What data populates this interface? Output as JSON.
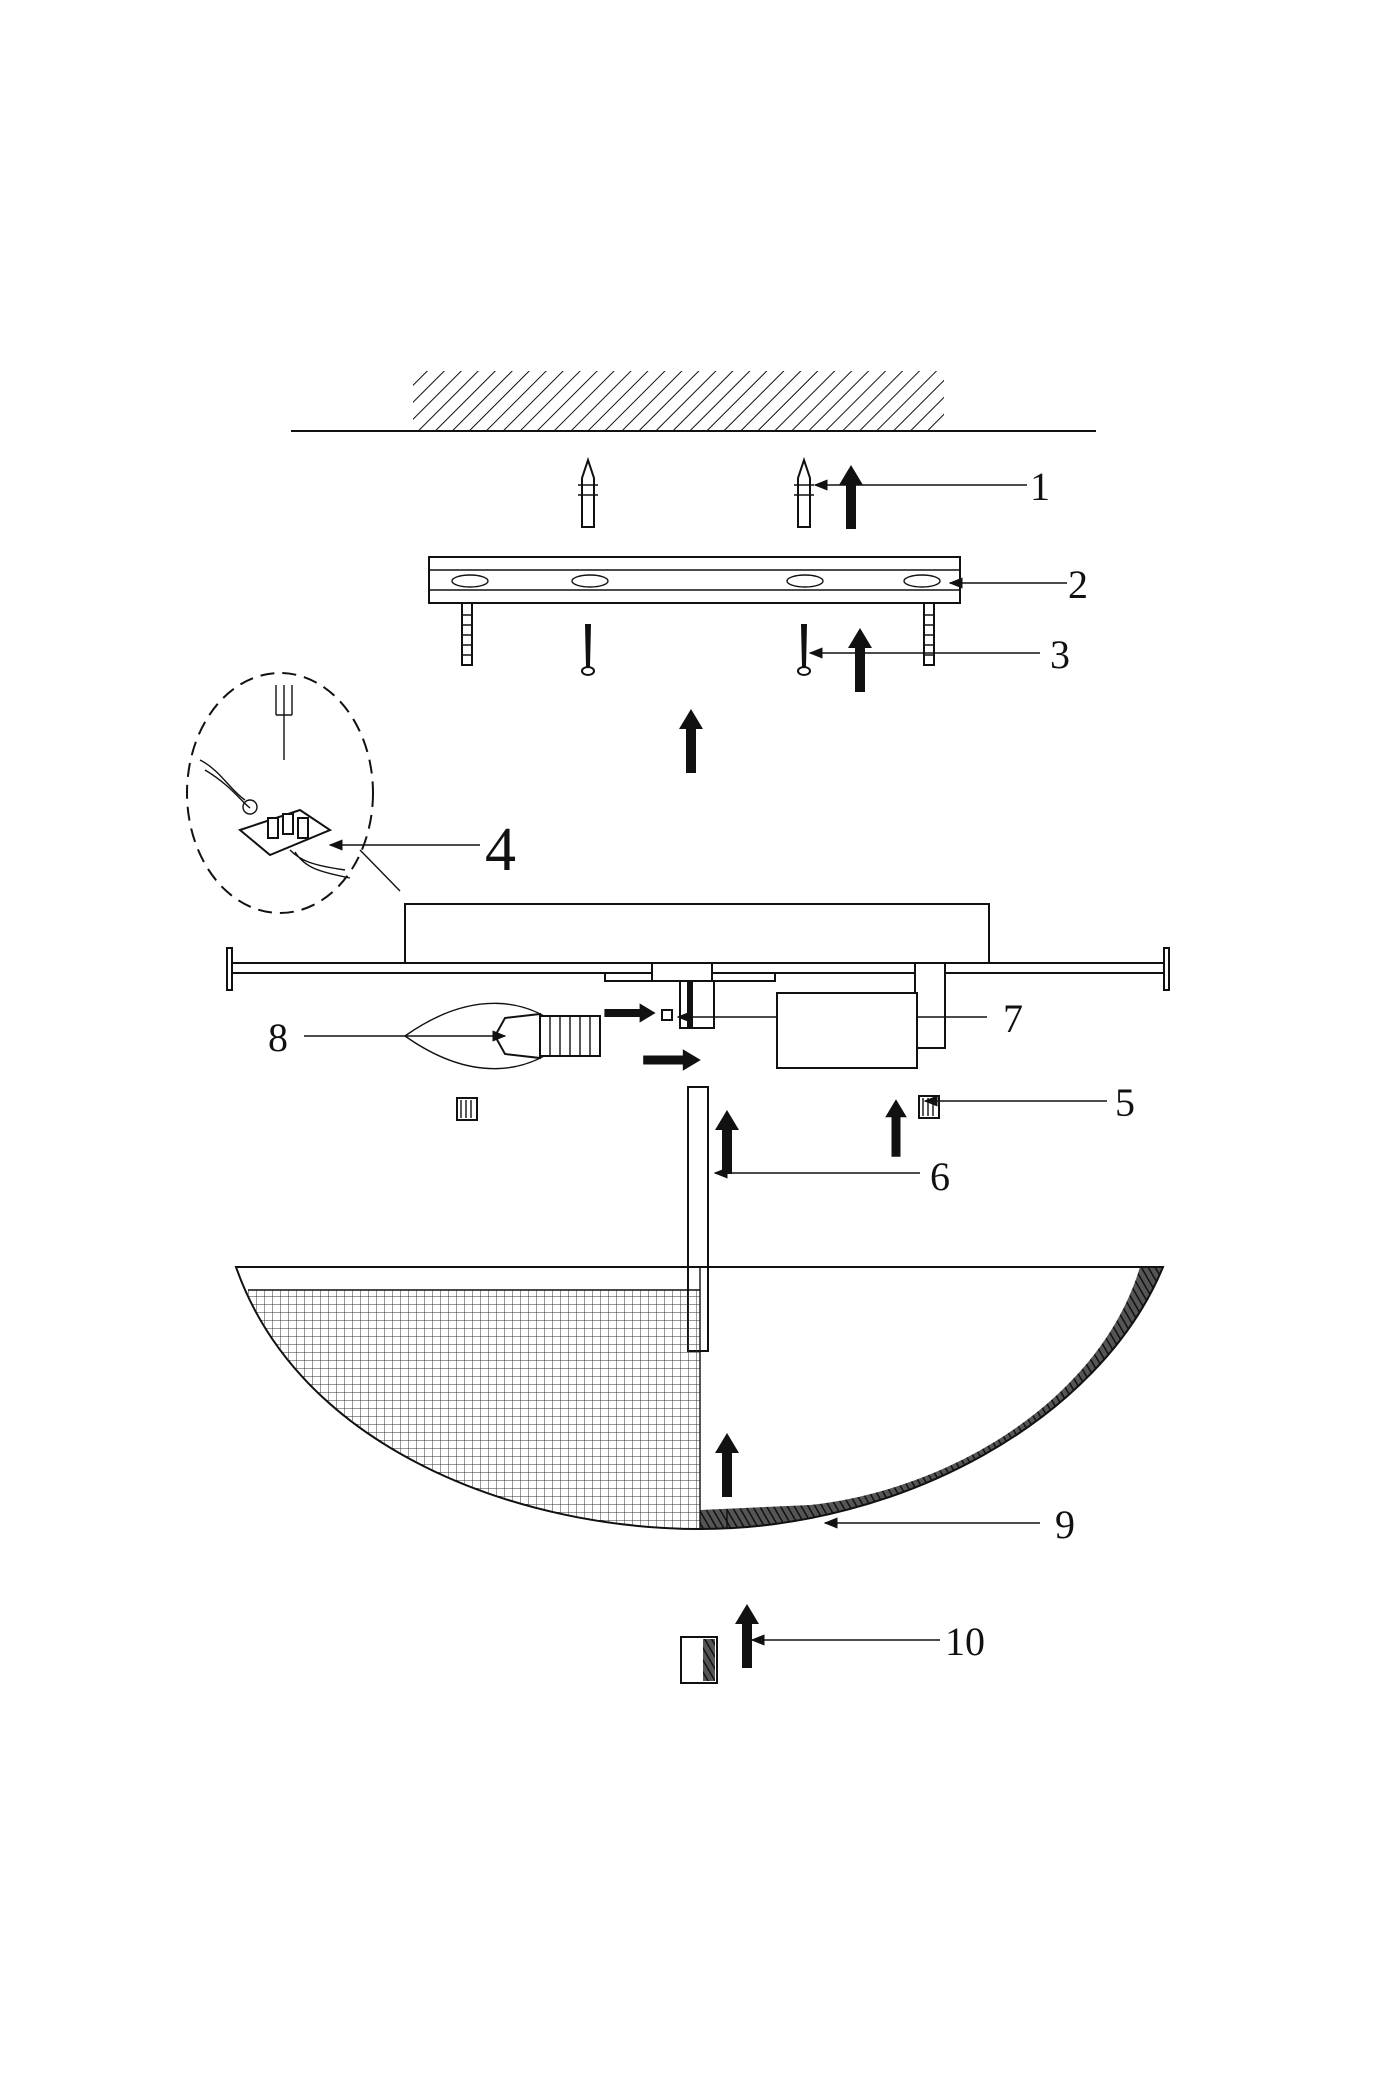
{
  "diagram": {
    "type": "exploded assembly diagram, ceiling light",
    "part_labels": [
      "1",
      "2",
      "3",
      "4",
      "5",
      "6",
      "7",
      "8",
      "9",
      "10"
    ],
    "colors": {
      "ink": "#111111",
      "background": "#ffffff"
    }
  }
}
